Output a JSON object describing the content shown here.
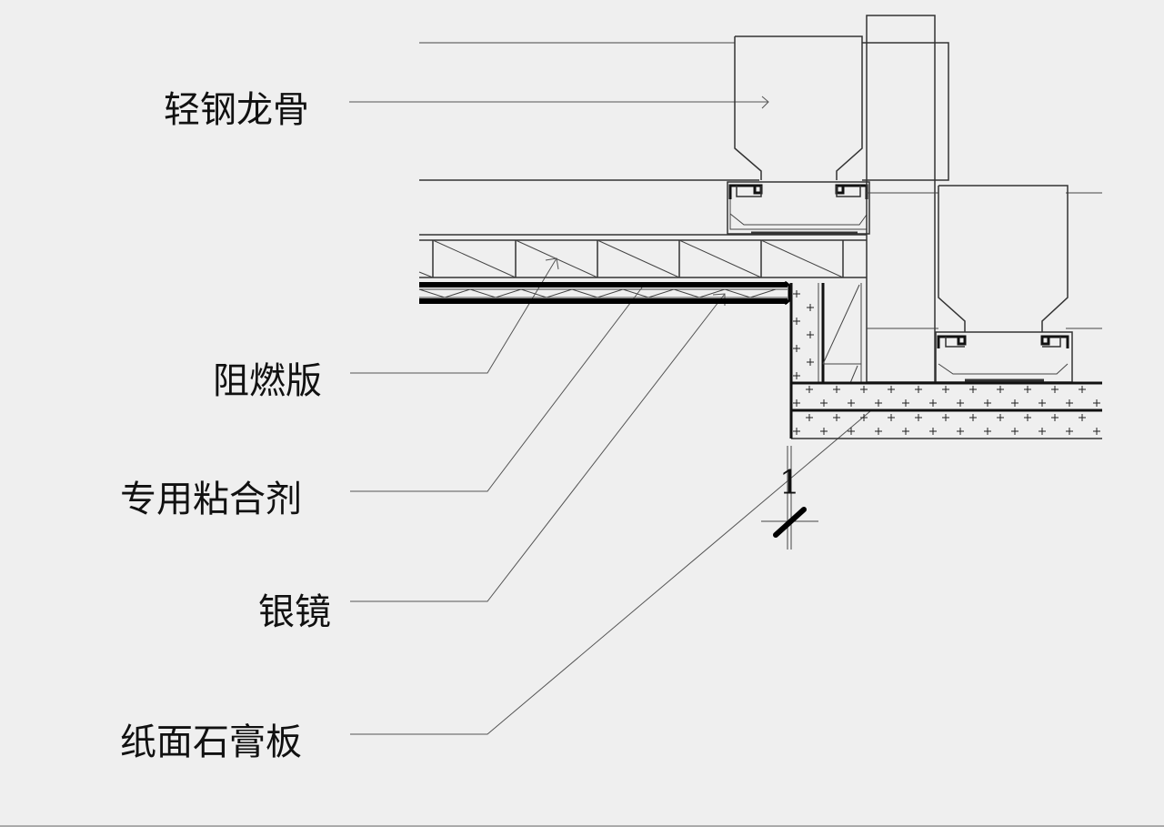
{
  "diagram": {
    "title": "轻钢龙骨银镜墙面节点",
    "labels": [
      {
        "id": "light-steel-keel",
        "text": "轻钢龙骨"
      },
      {
        "id": "fire-retardant-board",
        "text": "阻燃版"
      },
      {
        "id": "special-adhesive",
        "text": "专用粘合剂"
      },
      {
        "id": "silver-mirror",
        "text": "银镜"
      },
      {
        "id": "paper-gypsum-board",
        "text": "纸面石膏板"
      }
    ],
    "section_marker": "1",
    "colors": {
      "background": "#efefef",
      "line": "#333333",
      "text": "#111111"
    }
  }
}
